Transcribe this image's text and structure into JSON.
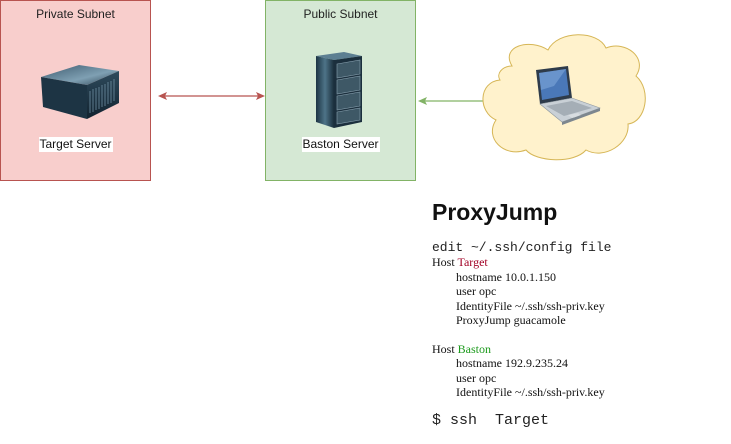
{
  "diagram": {
    "private_subnet": {
      "title": "Private Subnet",
      "server_label": "Target Server",
      "fill": "#f8cecc",
      "stroke": "#b85450"
    },
    "public_subnet": {
      "title": "Public Subnet",
      "server_label": "Baston Server",
      "fill": "#d5e8d4",
      "stroke": "#82b366"
    },
    "client": {
      "shape": "cloud",
      "fill": "#fff2cc",
      "stroke": "#d6b656",
      "icon": "laptop-icon"
    },
    "connections": [
      {
        "from": "Target Server",
        "to": "Baston Server",
        "style": "bidirectional-arrow",
        "color": "#b85450"
      },
      {
        "from": "Baston Server",
        "to": "client",
        "style": "bidirectional-arrow",
        "color": "#82b366"
      }
    ]
  },
  "notes": {
    "heading": "ProxyJump",
    "intro": "edit ~/.ssh/config file",
    "host_keyword": "Host",
    "target": {
      "name": "Target",
      "color": "#a20025",
      "lines": [
        "hostname 10.0.1.150",
        "user opc",
        "IdentityFile ~/.ssh/ssh-priv.key",
        "ProxyJump guacamole"
      ]
    },
    "baston": {
      "name": "Baston",
      "color": "#1b9a1b",
      "lines": [
        "hostname 192.9.235.24",
        "user opc",
        "IdentityFile ~/.ssh/ssh-priv.key"
      ]
    },
    "command": "$ ssh  Target"
  }
}
